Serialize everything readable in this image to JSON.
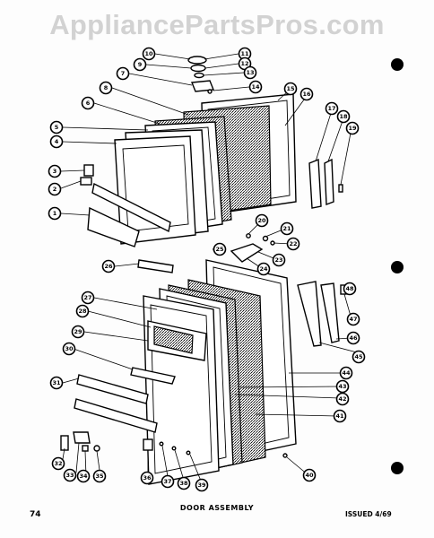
{
  "watermark": "AppliancePartsPros.com",
  "footer": {
    "page_number": "74",
    "title": "DOOR ASSEMBLY",
    "issued": "ISSUED 4/69"
  },
  "callouts": [
    "1",
    "2",
    "3",
    "4",
    "5",
    "6",
    "7",
    "8",
    "9",
    "10",
    "11",
    "12",
    "13",
    "14",
    "15",
    "16",
    "17",
    "18",
    "19",
    "20",
    "21",
    "22",
    "23",
    "24",
    "25",
    "26",
    "27",
    "28",
    "29",
    "30",
    "31",
    "32",
    "33",
    "34",
    "35",
    "36",
    "37",
    "38",
    "39",
    "40",
    "41",
    "42",
    "43",
    "44",
    "45",
    "46",
    "47",
    "48"
  ],
  "colors": {
    "ink": "#000000",
    "paper": "#fdfdfd",
    "watermark": "#d2d2d2"
  }
}
